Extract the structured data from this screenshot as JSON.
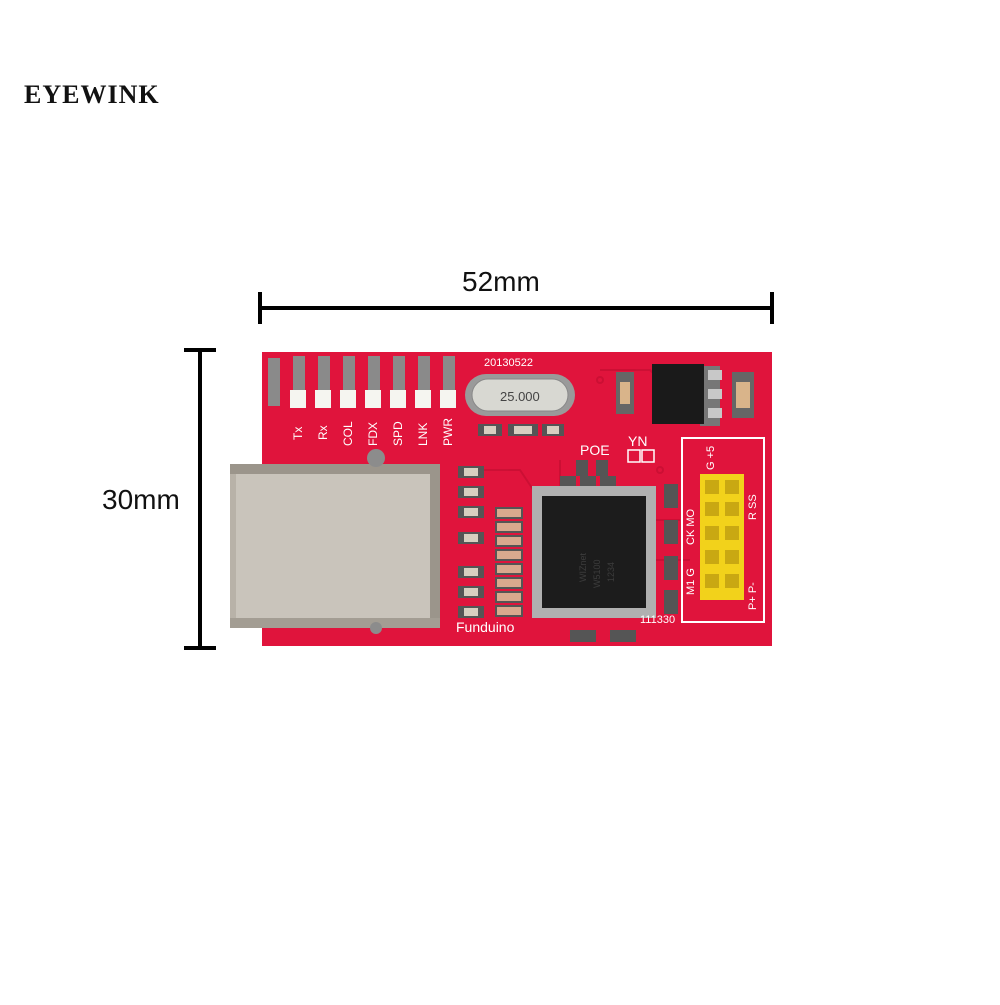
{
  "brand": {
    "name": "EYEWINK"
  },
  "dimensions": {
    "width_label": "52mm",
    "height_label": "30mm"
  },
  "board": {
    "date_code": "20130522",
    "crystal_label": "25.000",
    "led_labels": [
      "Tx",
      "Rx",
      "COL",
      "FDX",
      "SPD",
      "LNK",
      "PWR"
    ],
    "poe_label": "POE",
    "yn_label": "YN",
    "maker_label": "Funduino",
    "batch_label": "111330",
    "header_pins_top": "G  +5",
    "header_pins_right": "R  SS",
    "header_pins_mid": "CK  MO",
    "header_pins_bottom": "M1  G",
    "header_pin_p": "P+  P-",
    "colors": {
      "pcb": "#e0143c",
      "header": "#f2d21b",
      "jack": "#b8b2a8"
    }
  }
}
